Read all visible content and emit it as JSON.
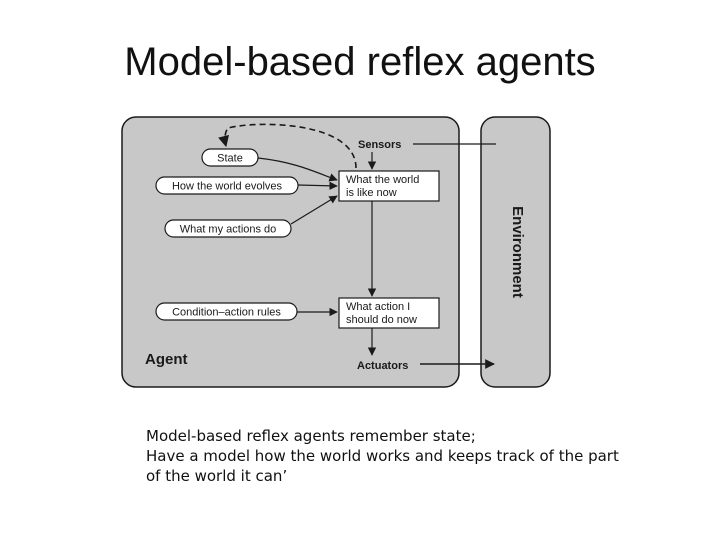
{
  "slide": {
    "title": "Model-based reflex agents",
    "caption_lines": [
      "Model-based reflex agents remember state;",
      "Have a model how the world works and keeps track of the part",
      "of the world it can’"
    ]
  },
  "diagram": {
    "agent_label": "Agent",
    "environment_label": "Environment",
    "sensors_label": "Sensors",
    "actuators_label": "Actuators",
    "state_label": "State",
    "how_world_evolves_label": "How the world evolves",
    "what_my_actions_do_label": "What my actions do",
    "condition_action_rules_label": "Condition–action rules",
    "what_world_is_like_lines": [
      "What the world",
      "is like now"
    ],
    "what_action_lines": [
      "What action I",
      "should do now"
    ],
    "colors": {
      "panel": "#c8c8c8",
      "stroke": "#1a1a1a",
      "box": "#ffffff"
    }
  }
}
